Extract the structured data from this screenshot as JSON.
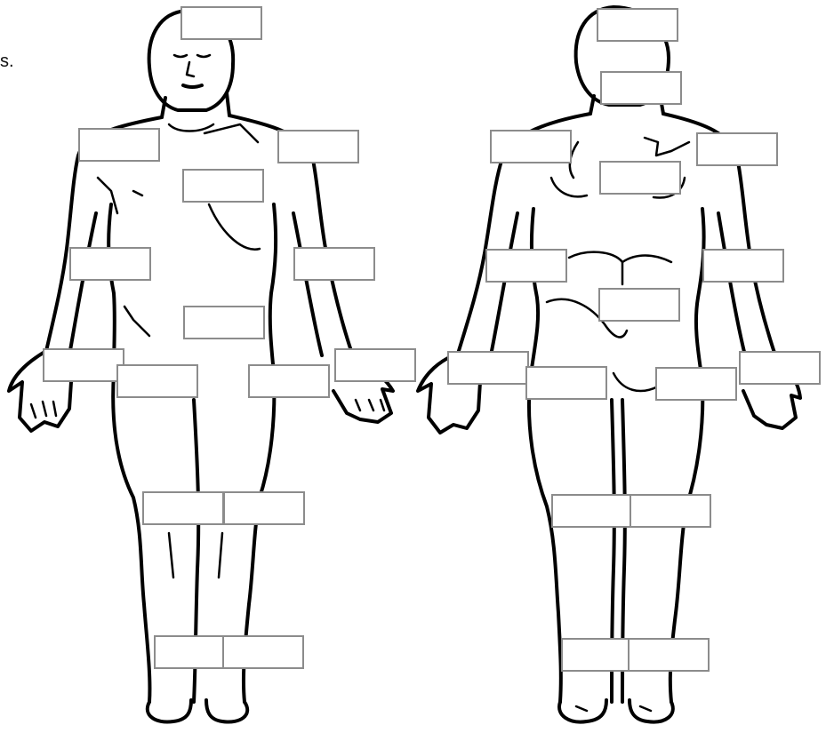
{
  "page_text": {
    "stray_fragment": "s."
  },
  "figures": [
    {
      "name": "anterior-body",
      "view": "front"
    },
    {
      "name": "posterior-body",
      "view": "back"
    }
  ],
  "labels": [
    {
      "id": "front-head",
      "text": ""
    },
    {
      "id": "front-right-shoulder",
      "text": ""
    },
    {
      "id": "front-left-shoulder",
      "text": ""
    },
    {
      "id": "front-chest",
      "text": ""
    },
    {
      "id": "front-right-upper-arm",
      "text": ""
    },
    {
      "id": "front-left-upper-arm",
      "text": ""
    },
    {
      "id": "front-abdomen",
      "text": ""
    },
    {
      "id": "front-right-forearm",
      "text": ""
    },
    {
      "id": "front-left-forearm",
      "text": ""
    },
    {
      "id": "front-right-thigh",
      "text": ""
    },
    {
      "id": "front-left-thigh",
      "text": ""
    },
    {
      "id": "front-right-knee",
      "text": ""
    },
    {
      "id": "front-left-knee",
      "text": ""
    },
    {
      "id": "front-right-ankle",
      "text": ""
    },
    {
      "id": "front-left-ankle",
      "text": ""
    },
    {
      "id": "back-head",
      "text": ""
    },
    {
      "id": "back-neck",
      "text": ""
    },
    {
      "id": "back-left-shoulder",
      "text": ""
    },
    {
      "id": "back-right-shoulder",
      "text": ""
    },
    {
      "id": "back-upper-back",
      "text": ""
    },
    {
      "id": "back-left-upper-arm",
      "text": ""
    },
    {
      "id": "back-right-upper-arm",
      "text": ""
    },
    {
      "id": "back-lower-back",
      "text": ""
    },
    {
      "id": "back-left-forearm",
      "text": ""
    },
    {
      "id": "back-right-forearm",
      "text": ""
    },
    {
      "id": "back-left-buttock",
      "text": ""
    },
    {
      "id": "back-right-buttock",
      "text": ""
    },
    {
      "id": "back-left-knee",
      "text": ""
    },
    {
      "id": "back-right-knee",
      "text": ""
    },
    {
      "id": "back-left-heel",
      "text": ""
    },
    {
      "id": "back-right-heel",
      "text": ""
    }
  ]
}
